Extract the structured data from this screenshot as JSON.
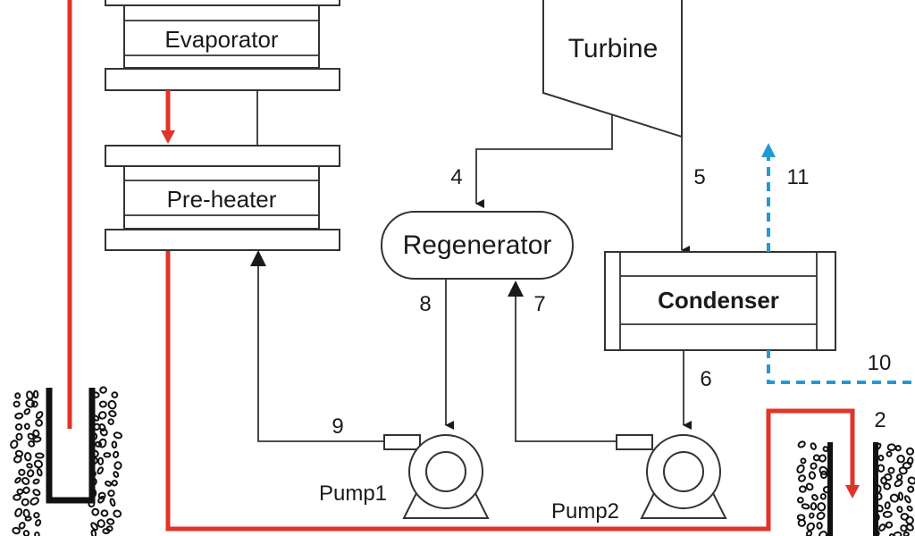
{
  "diagram": {
    "type": "Organic Rankine Cycle with regenerator, geothermal well loop",
    "components": {
      "evaporator": "Evaporator",
      "preheater": "Pre-heater",
      "turbine": "Turbine",
      "regenerator": "Regenerator",
      "condenser": "Condenser",
      "pump1": "Pump1",
      "pump2": "Pump2"
    },
    "state_points": {
      "s2": "2",
      "s4": "4",
      "s5": "5",
      "s6": "6",
      "s7": "7",
      "s8": "8",
      "s9": "9",
      "s10": "10",
      "s11": "11"
    },
    "colors": {
      "geothermal_fluid": "#e0342a",
      "cooling_water": "#1e9bd7",
      "working_fluid": "#333333"
    }
  }
}
